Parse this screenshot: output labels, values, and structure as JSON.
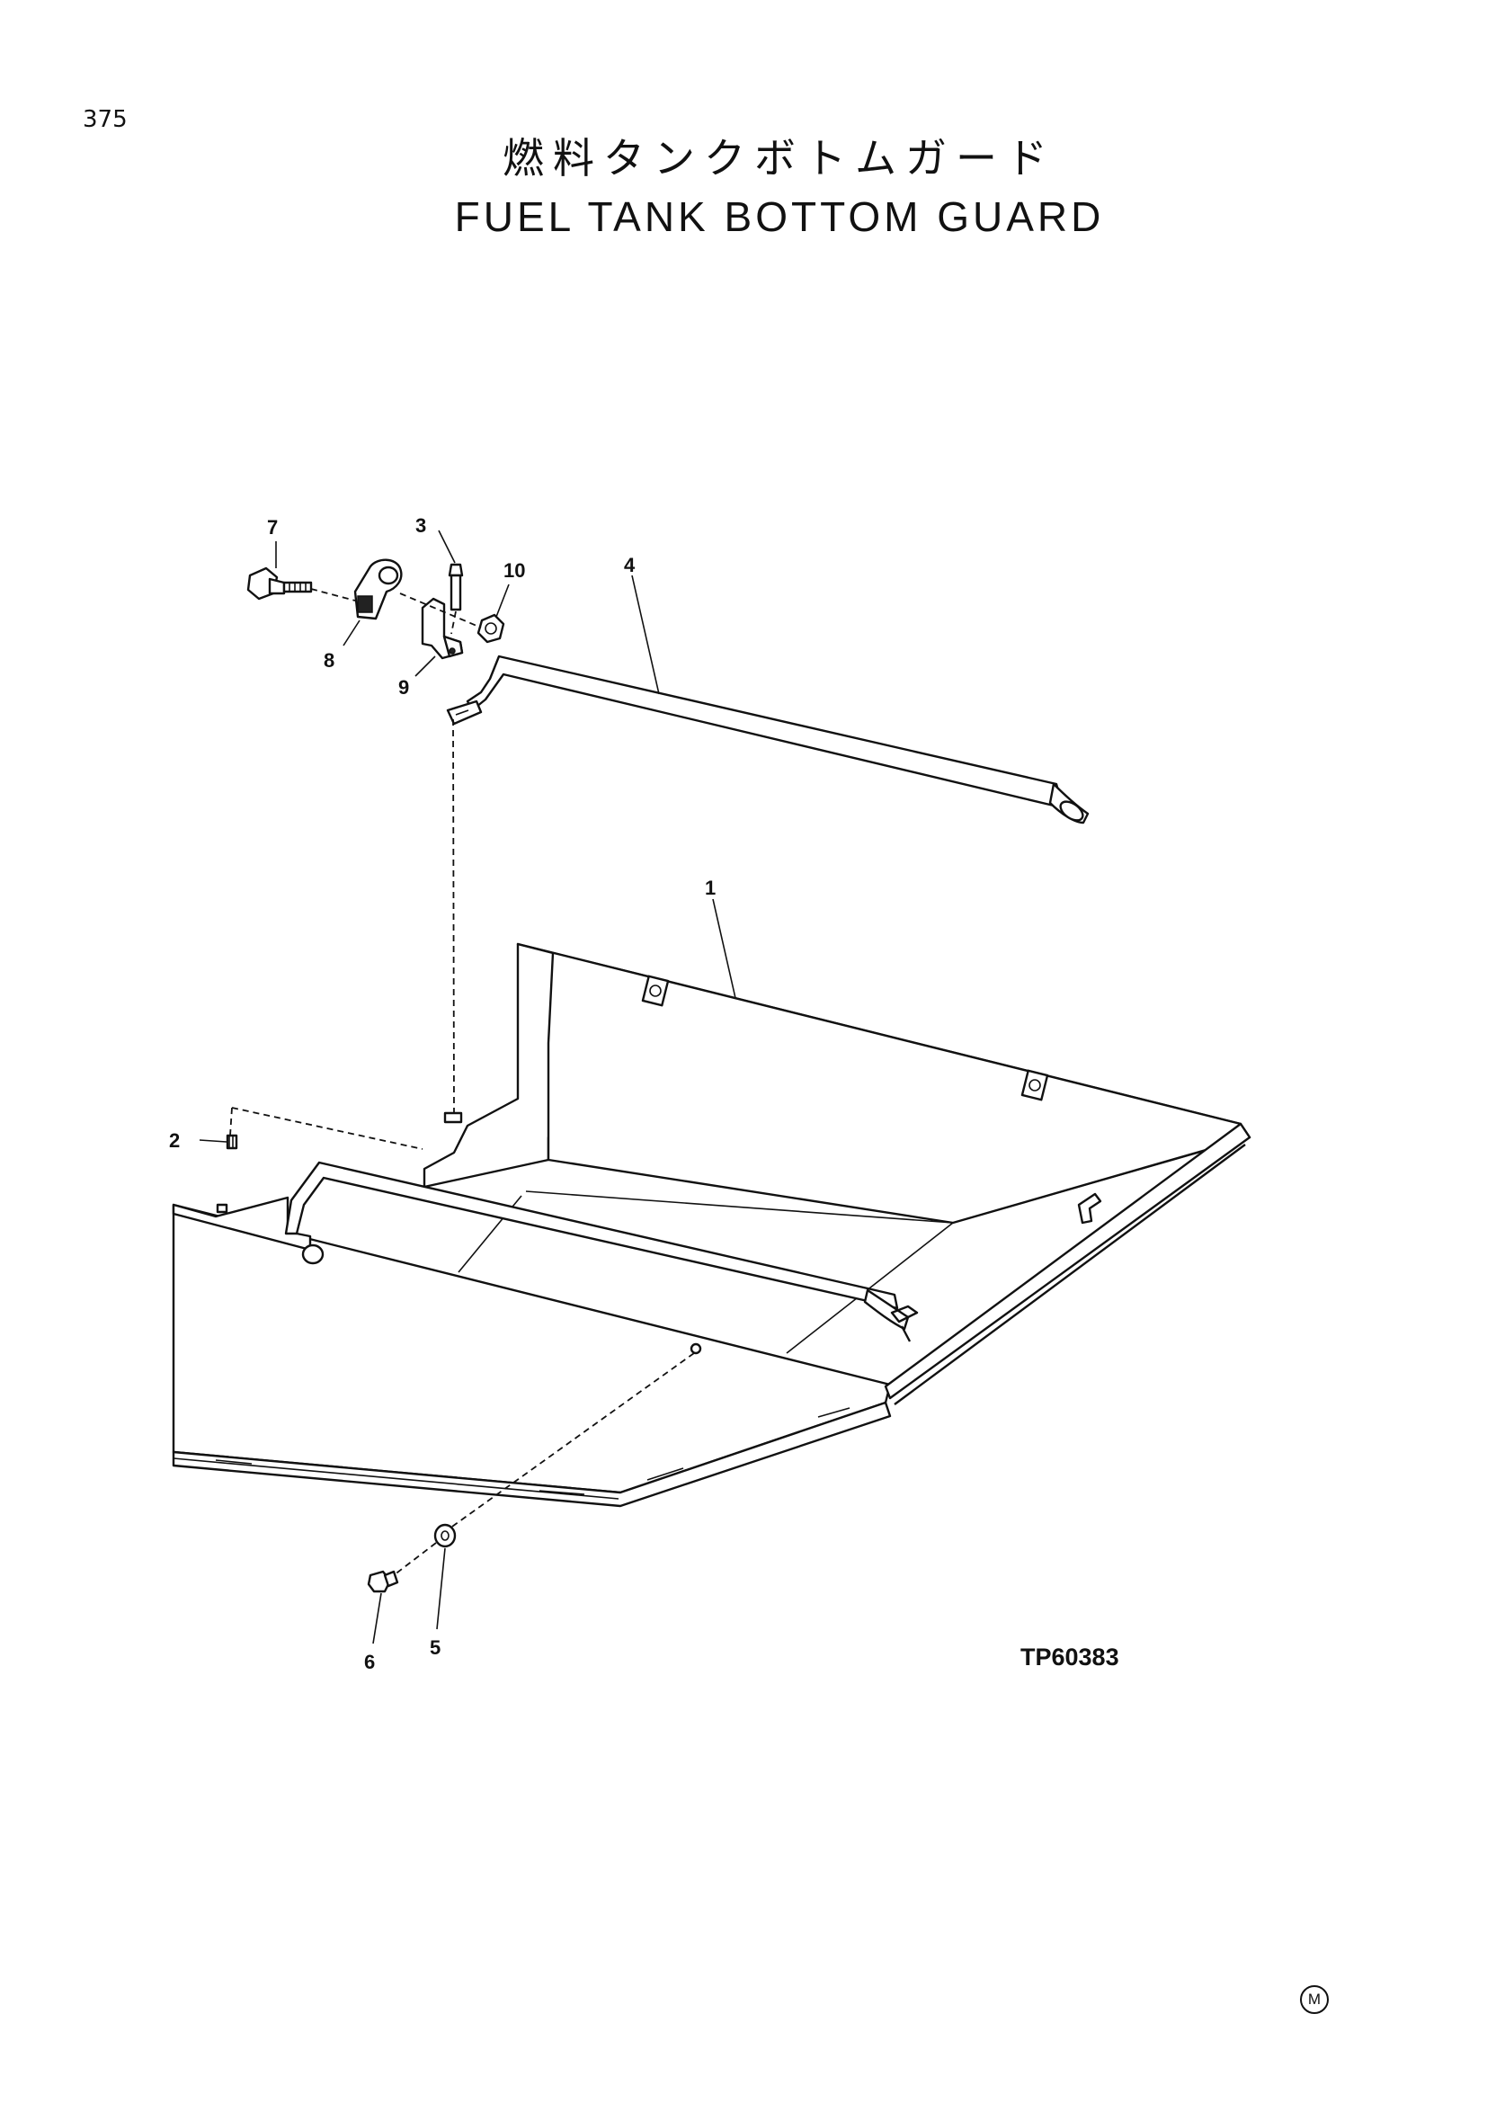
{
  "page": {
    "number": "375"
  },
  "title": {
    "japanese": "燃料タンクボトムガード",
    "english": "FUEL TANK BOTTOM GUARD"
  },
  "callouts": {
    "p1": "1",
    "p2": "2",
    "p3": "3",
    "p4": "4",
    "p5": "5",
    "p6": "6",
    "p7": "7",
    "p8": "8",
    "p9": "9",
    "p10": "10"
  },
  "figure_ref": "TP60383",
  "corner_mark": "M"
}
